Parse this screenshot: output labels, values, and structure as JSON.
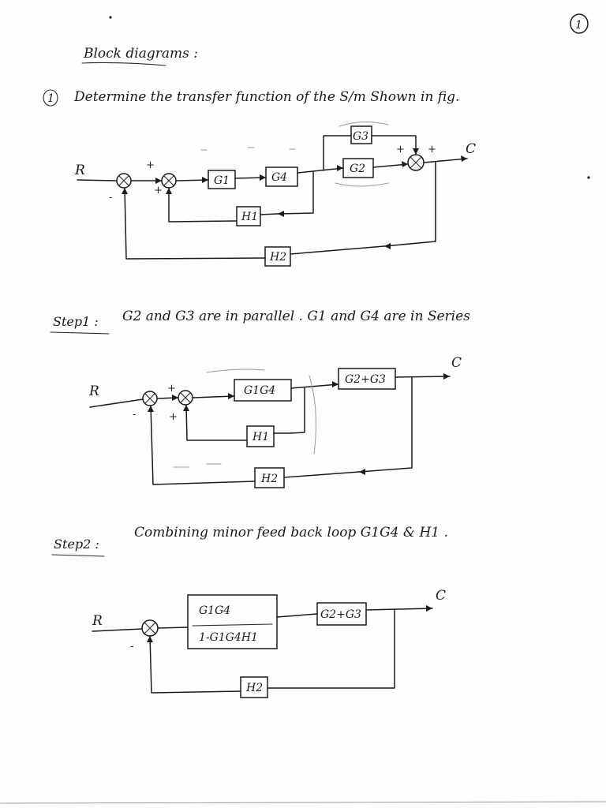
{
  "page": {
    "page_number": "1",
    "title": "Block diagrams :",
    "question_number": "1",
    "question_text": "Determine the transfer function of the S/m Shown in fig."
  },
  "diagram1": {
    "input": "R",
    "output": "C",
    "blocks": {
      "g1": "G1",
      "g4": "G4",
      "g2": "G2",
      "g3": "G3",
      "h1": "H1",
      "h2": "H2"
    },
    "signs": {
      "s1_minus": "-",
      "s2_plus": "+",
      "s2_fb": "+",
      "s3_plus_a": "+",
      "s3_plus_b": "+"
    }
  },
  "step1": {
    "label": "Step1 :",
    "text": "G2 and G3 are in parallel . G1 and G4 are in Series",
    "diagram": {
      "input": "R",
      "output": "C",
      "blocks": {
        "g1g4": "G1G4",
        "g2g3": "G2+G3",
        "h1": "H1",
        "h2": "H2"
      },
      "signs": {
        "s1_minus": "-",
        "s2_plus": "+",
        "s2_fb": "+"
      }
    }
  },
  "step2": {
    "label": "Step2 :",
    "text": "Combining minor feed back loop G1G4 & H1 .",
    "diagram": {
      "input": "R",
      "output": "C",
      "blocks": {
        "frac_num": "G1G4",
        "frac_den": "1-G1G4H1",
        "g2g3": "G2+G3",
        "h2": "H2"
      },
      "signs": {
        "s1_minus": "-"
      }
    }
  },
  "style": {
    "ink": "#1b1b1b",
    "paper": "#fdfdfc"
  }
}
